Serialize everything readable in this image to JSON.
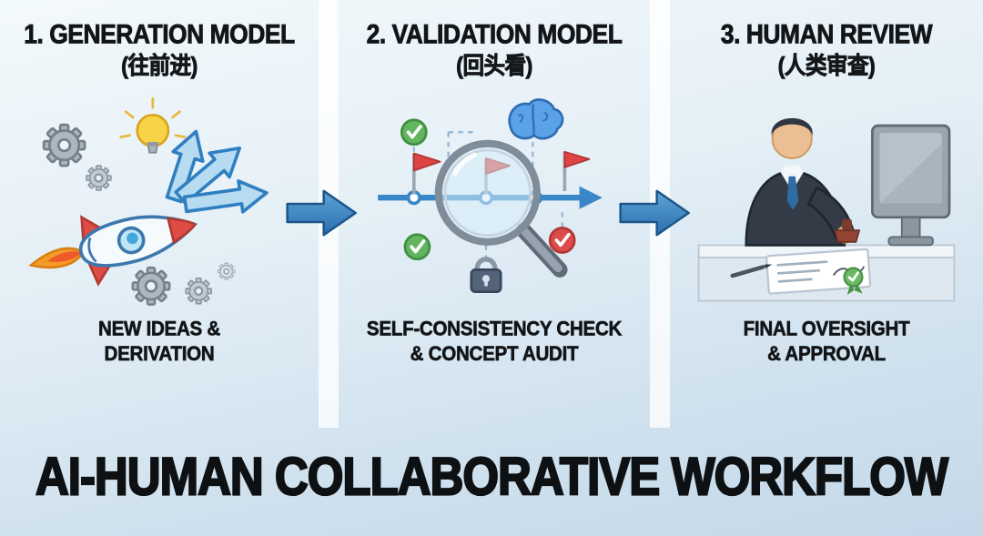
{
  "title": "AI-HUMAN COLLABORATIVE WORKFLOW",
  "panels": [
    {
      "heading": "1. GENERATION MODEL",
      "subheading": "(往前进)",
      "caption_line1": "NEW IDEAS &",
      "caption_line2": "DERIVATION",
      "illustration": "rocket-gears-lightbulb-fanning-arrows"
    },
    {
      "heading": "2. VALIDATION MODEL",
      "subheading": "(回头看)",
      "caption_line1": "SELF-CONSISTENCY CHECK",
      "caption_line2": "& CONCEPT AUDIT",
      "illustration": "magnifier-over-timeline-flags-checks-brain-lock"
    },
    {
      "heading": "3. HUMAN REVIEW",
      "subheading": "(人类审查)",
      "caption_line1": "FINAL OVERSIGHT",
      "caption_line2": "& APPROVAL",
      "illustration": "person-at-desk-with-monitor-stamping-document"
    }
  ],
  "connectors": [
    "right-arrow",
    "right-arrow"
  ],
  "colors": {
    "background_top": "#f3f9fc",
    "background_bottom": "#c4d8e9",
    "divider_white": "#ffffff",
    "arrow_blue": "#2f7fc1",
    "arrow_blue_dark": "#1d5688",
    "flag_red": "#e04343",
    "check_green": "#62b55e",
    "check_red": "#dd4b4b",
    "gear_gray": "#aeb7c0",
    "bulb_yellow": "#f8d348",
    "brain_blue": "#5aa3e8",
    "suit_dark": "#333b46",
    "text": "#121518"
  }
}
